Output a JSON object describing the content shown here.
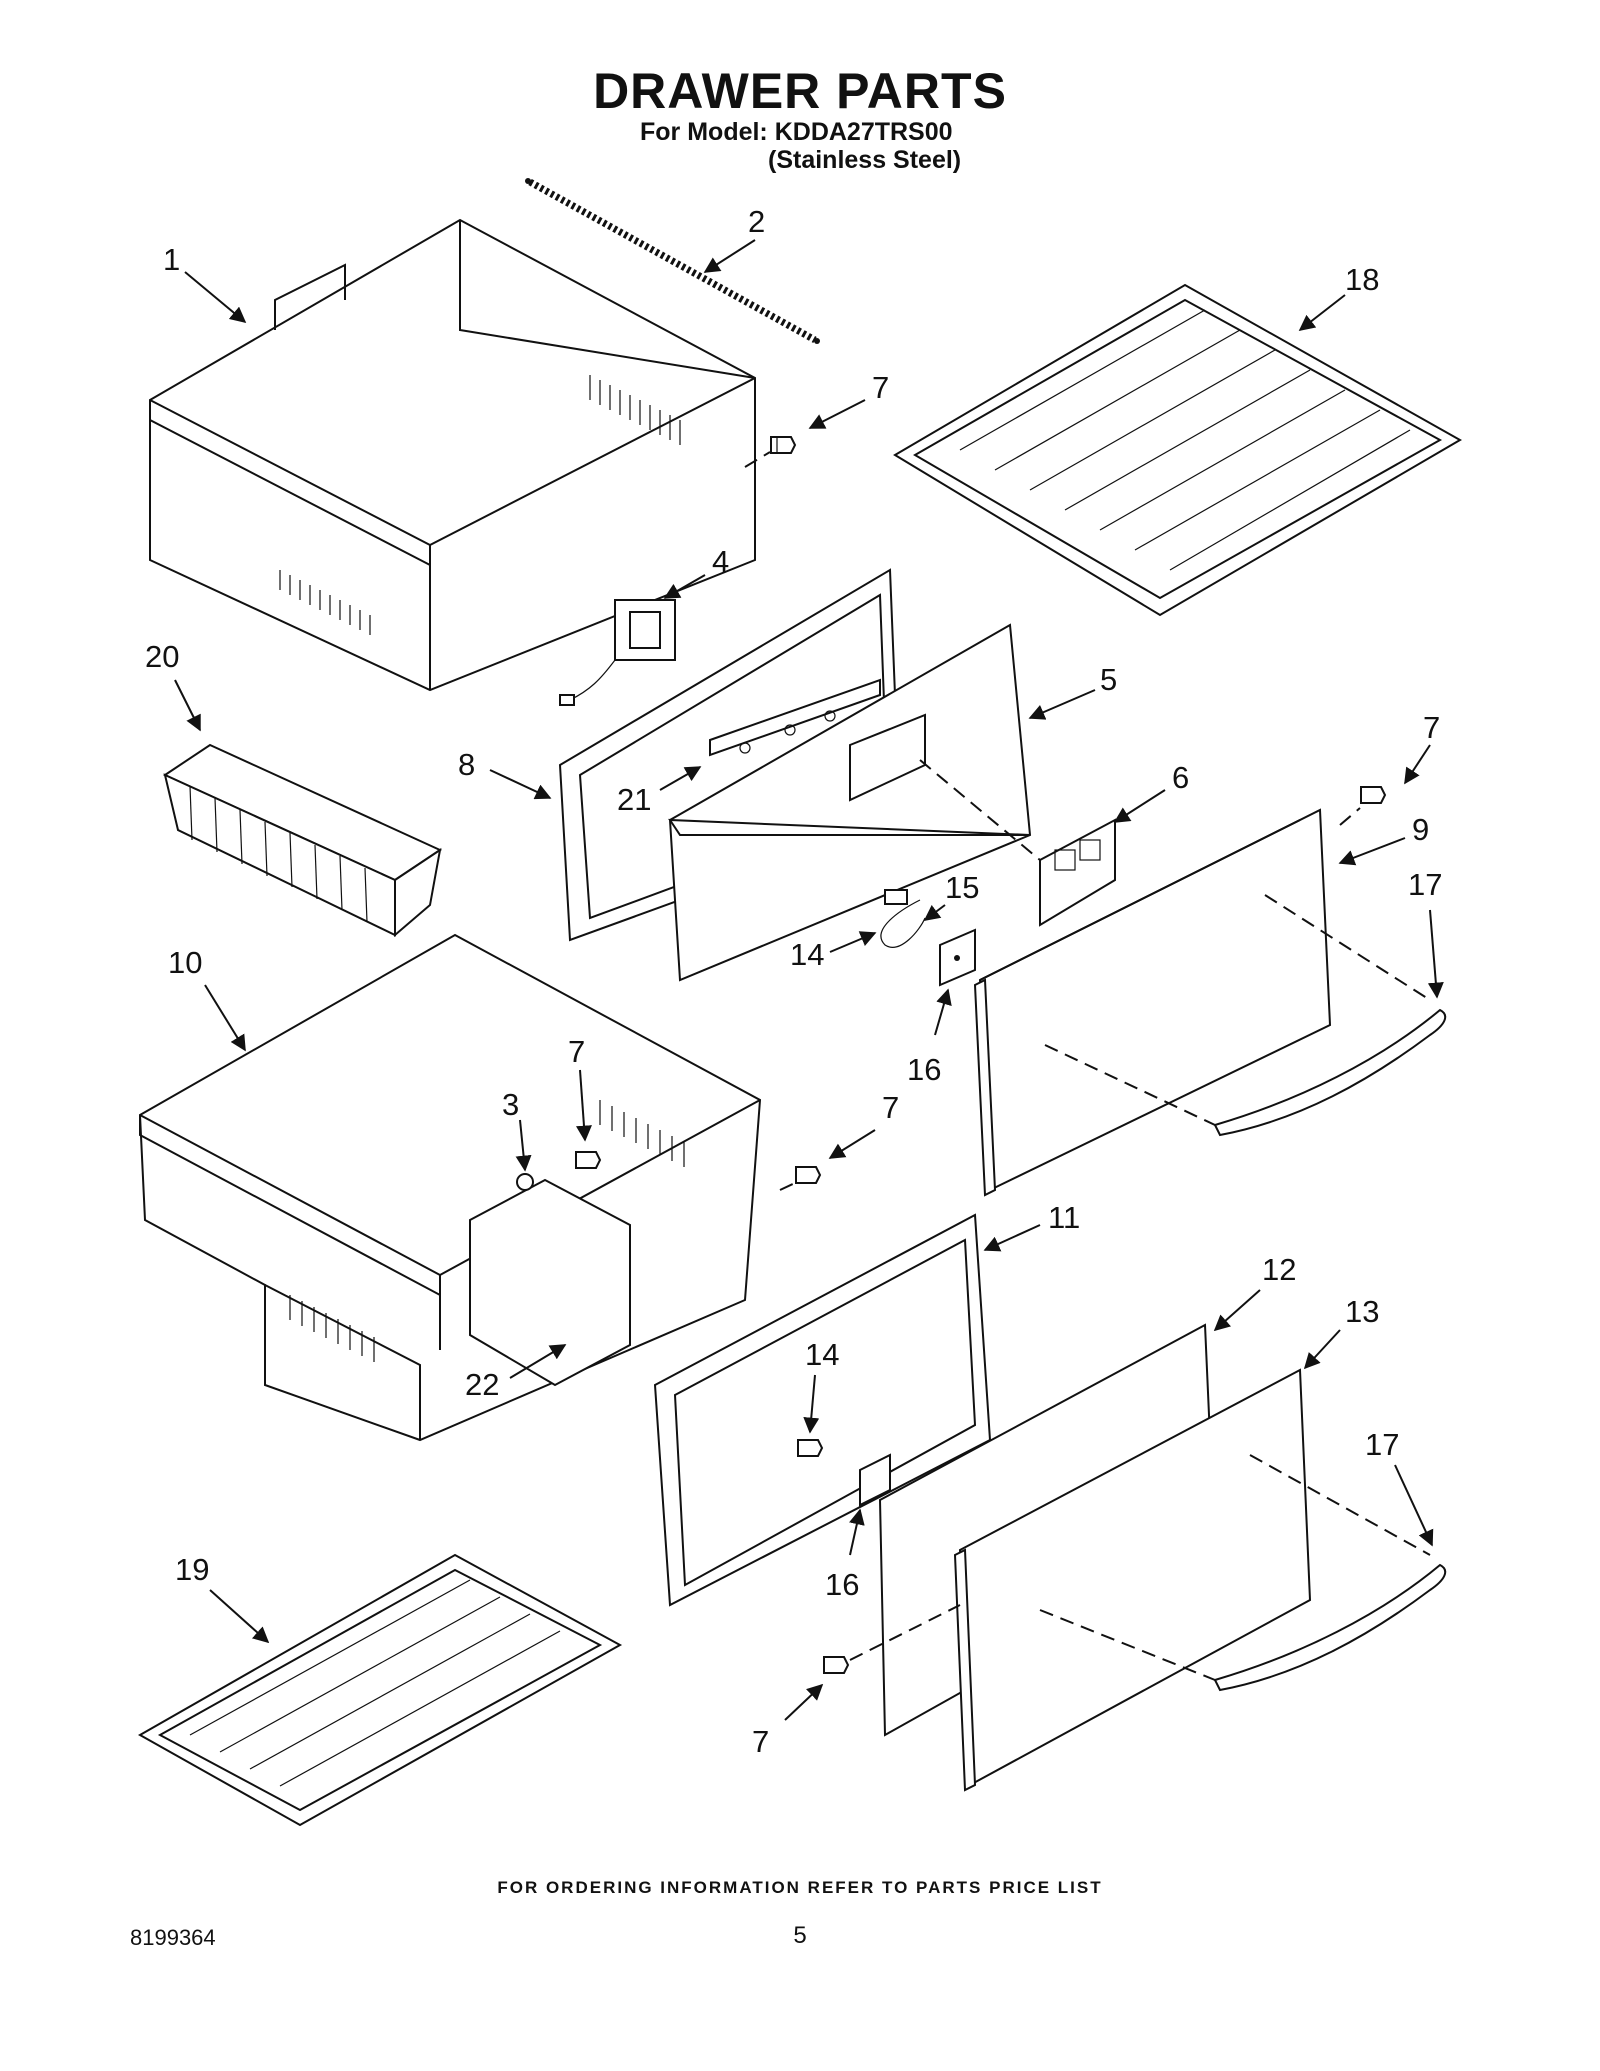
{
  "header": {
    "title": "DRAWER PARTS",
    "model": "For Model: KDDA27TRS00",
    "finish": "(Stainless Steel)"
  },
  "callouts": [
    "1",
    "2",
    "7",
    "18",
    "4",
    "20",
    "5",
    "8",
    "21",
    "7",
    "6",
    "9",
    "17",
    "15",
    "10",
    "14",
    "16",
    "7",
    "3",
    "7",
    "11",
    "12",
    "13",
    "22",
    "14",
    "17",
    "16",
    "19",
    "7"
  ],
  "footer": {
    "note": "FOR ORDERING INFORMATION REFER TO PARTS PRICE LIST",
    "doc_number": "8199364",
    "page": "5"
  }
}
